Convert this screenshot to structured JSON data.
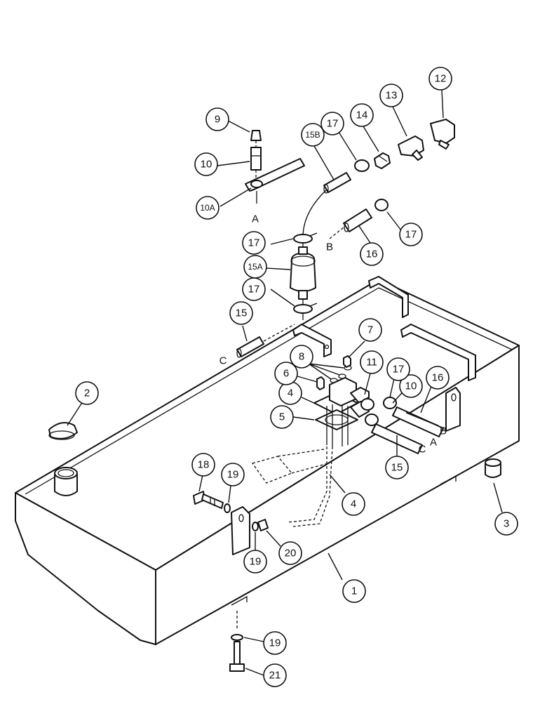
{
  "callouts": [
    {
      "id": "c1",
      "label": "1"
    },
    {
      "id": "c2",
      "label": "2"
    },
    {
      "id": "c3",
      "label": "3"
    },
    {
      "id": "c4a",
      "label": "4"
    },
    {
      "id": "c4b",
      "label": "4"
    },
    {
      "id": "c5",
      "label": "5"
    },
    {
      "id": "c6",
      "label": "6"
    },
    {
      "id": "c7",
      "label": "7"
    },
    {
      "id": "c8",
      "label": "8"
    },
    {
      "id": "c9",
      "label": "9"
    },
    {
      "id": "c10a",
      "label": "10"
    },
    {
      "id": "c10b",
      "label": "10"
    },
    {
      "id": "c10A",
      "label": "10A"
    },
    {
      "id": "c11",
      "label": "11"
    },
    {
      "id": "c12",
      "label": "12"
    },
    {
      "id": "c13",
      "label": "13"
    },
    {
      "id": "c14",
      "label": "14"
    },
    {
      "id": "c15a",
      "label": "15"
    },
    {
      "id": "c15b",
      "label": "15"
    },
    {
      "id": "c15A",
      "label": "15A"
    },
    {
      "id": "c15B",
      "label": "15B"
    },
    {
      "id": "c16a",
      "label": "16"
    },
    {
      "id": "c16b",
      "label": "16"
    },
    {
      "id": "c17a",
      "label": "17"
    },
    {
      "id": "c17b",
      "label": "17"
    },
    {
      "id": "c17c",
      "label": "17"
    },
    {
      "id": "c17d",
      "label": "17"
    },
    {
      "id": "c17e",
      "label": "17"
    },
    {
      "id": "c18",
      "label": "18"
    },
    {
      "id": "c19a",
      "label": "19"
    },
    {
      "id": "c19b",
      "label": "19"
    },
    {
      "id": "c19c",
      "label": "19"
    },
    {
      "id": "c20",
      "label": "20"
    },
    {
      "id": "c21",
      "label": "21"
    }
  ],
  "connection_letters": {
    "a_top": "A",
    "b_top": "B",
    "c_left": "C",
    "a_right": "A",
    "b_right": "B",
    "c_right": "C"
  }
}
